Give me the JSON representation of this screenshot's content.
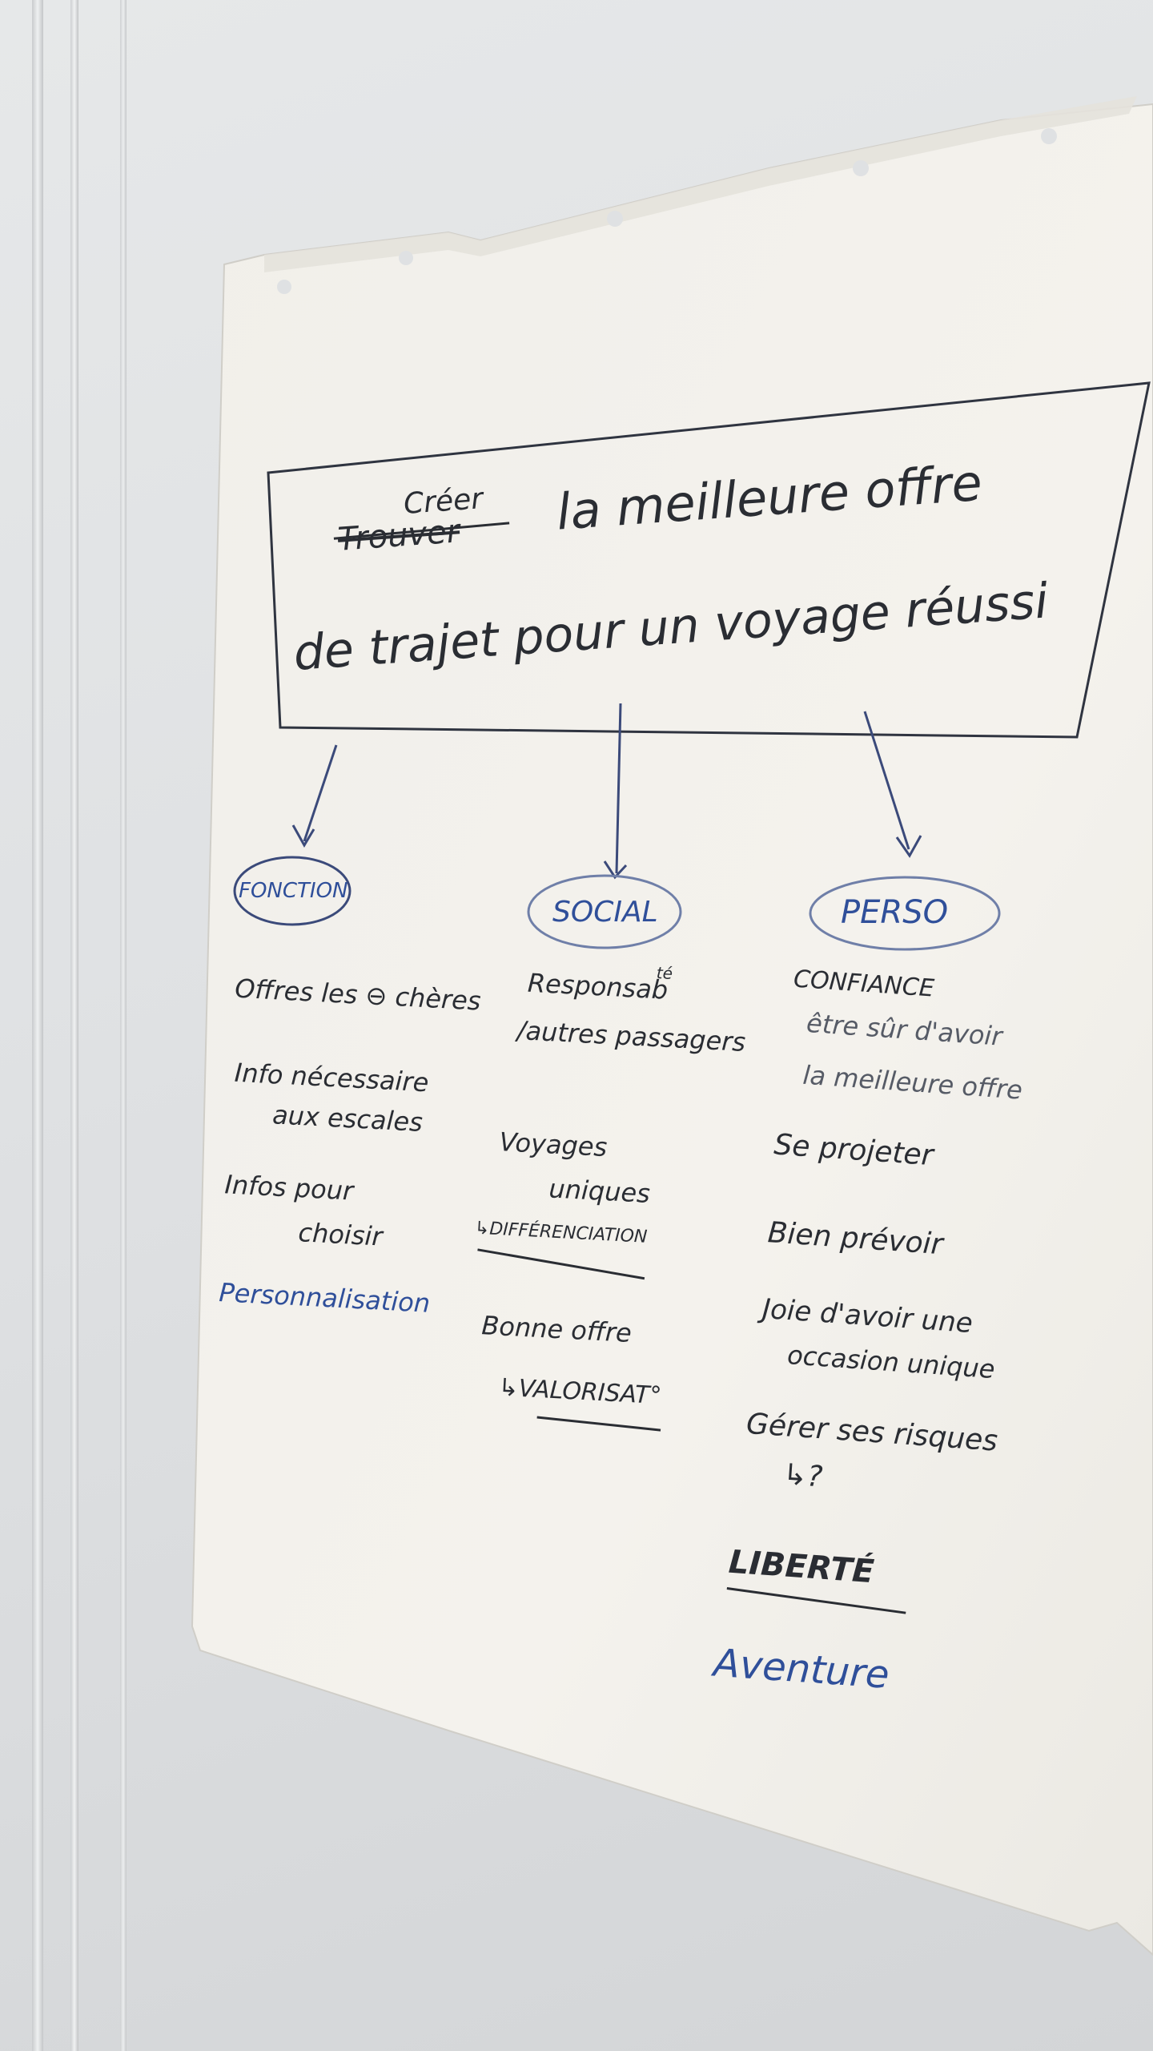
{
  "poster": {
    "title_strike": "Trouver",
    "title_insert": "Créer",
    "title_line1": "la meilleure offre",
    "title_line2": "de trajet pour un voyage réussi",
    "columns": {
      "fonction": {
        "header": "FONCTION",
        "items": [
          "Offres les ⊖ chères",
          "Info nécessaire",
          "aux escales",
          "Infos pour",
          "choisir",
          "Personnalisation"
        ]
      },
      "social": {
        "header": "SOCIAL",
        "items": [
          "Responsab",
          "té",
          "/autres passagers",
          "Voyages",
          "uniques",
          "↳DIFFÉRENCIATION",
          "Bonne offre",
          "↳VALORISAT°"
        ]
      },
      "perso": {
        "header": "PERSO",
        "items": [
          "CONFIANCE",
          "être sûr d'avoir",
          "la meilleure offre",
          "Se projeter",
          "Bien prévoir",
          "Joie d'avoir une",
          "occasion unique",
          "Gérer ses risques",
          "↳?",
          "LIBERTÉ",
          "Aventure"
        ]
      }
    }
  },
  "colors": {
    "ink": "#2a2d33",
    "blue_ink": "#2f4f9a",
    "paper": "#f3f1ec",
    "wall": "#e2e4e6"
  }
}
